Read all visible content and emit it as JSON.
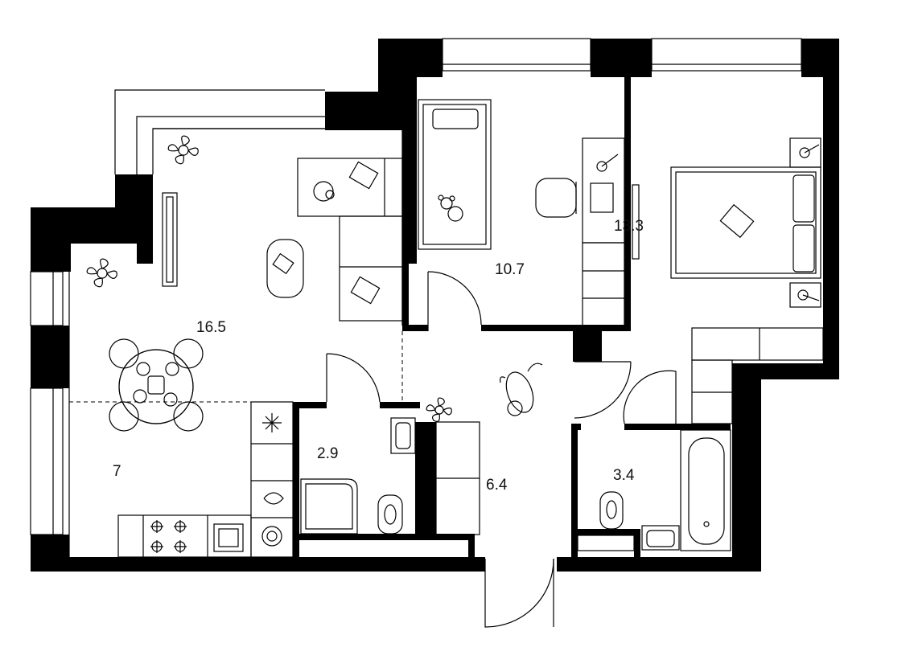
{
  "floor_plan": {
    "rooms": [
      {
        "id": "living",
        "area": "16.5"
      },
      {
        "id": "kitchen",
        "area": "7"
      },
      {
        "id": "bathroom-shower",
        "area": "2.9"
      },
      {
        "id": "hallway",
        "area": "6.4"
      },
      {
        "id": "child-room",
        "area": "10.7"
      },
      {
        "id": "bedroom",
        "area": "13.3"
      },
      {
        "id": "bathroom-tub",
        "area": "3.4"
      }
    ],
    "icons": [
      "plant-icon",
      "tv-icon",
      "sofa-icon",
      "coffee-table-icon",
      "dining-table-icon",
      "fridge-icon",
      "stove-icon",
      "sink-icon",
      "washing-machine-icon",
      "shower-icon",
      "toilet-icon",
      "bathtub-icon",
      "bed-icon",
      "desk-icon",
      "chair-icon",
      "cat-icon",
      "dog-icon",
      "teddy-bear-icon",
      "door-swing-icon",
      "window-icon"
    ]
  }
}
